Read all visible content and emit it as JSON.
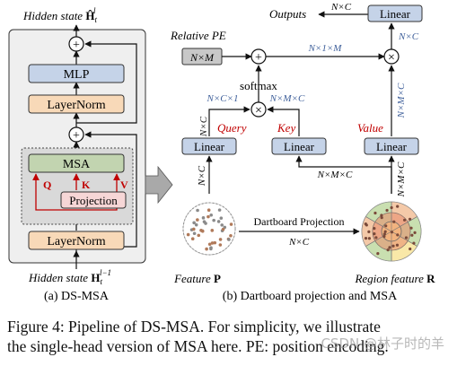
{
  "colors": {
    "panel_bg": "#efefef",
    "msa_bg": "#d9d9d9",
    "mlp_fill": "#c5d3e8",
    "ln_fill": "#f8d9b8",
    "msa_fill": "#c2d4b0",
    "proj_fill": "#f6d6d6",
    "linear_fill": "#c5d3e8",
    "qkv_red": "#c00000",
    "blue_dim": "#3e5f9a",
    "arrow_fill": "#a9a9a9"
  },
  "left": {
    "top_label_prefix": "Hidden state ",
    "top_label_var": "Ĥ",
    "top_label_sub": "t",
    "top_label_sup": "l",
    "blocks": {
      "mlp": "MLP",
      "layernorm_top": "LayerNorm",
      "msa": "MSA",
      "projection": "Projection",
      "layernorm_bottom": "LayerNorm"
    },
    "qkv": {
      "q": "Q",
      "k": "K",
      "v": "V"
    },
    "bottom_label_prefix": "Hidden state ",
    "bottom_label_var": "H",
    "bottom_label_sub": "t",
    "bottom_label_sup": "l−1",
    "plus_sign": "+",
    "caption": "(a) DS-MSA"
  },
  "right": {
    "outputs_label": "Outputs",
    "outputs_dim": "N×C",
    "linear_label": "Linear",
    "top_linear_dim": "N×C",
    "relative_pe_label": "Relative PE",
    "pe_box": "N×M",
    "pe_dim": "N×1×M",
    "softmax_label": "softmax",
    "query_label": "Query",
    "key_label": "Key",
    "value_label": "Value",
    "q_dim": "N×C×1",
    "k_dim": "N×M×C",
    "v_dim": "N×M×C",
    "q_in_dim": "N×C",
    "feature_in_dim": "N×C",
    "kv_in_dim": "N×M×C",
    "value_in_dim": "N×M×C",
    "dartboard_label": "Dartboard Projection",
    "dartboard_dim": "N×C",
    "feature_label": "Feature ",
    "feature_var": "P",
    "region_label": "Region feature ",
    "region_var": "R",
    "plus_sign": "+",
    "times_sign": "×",
    "caption": "(b) Dartboard projection and MSA"
  },
  "caption": {
    "line1": "Figure 4: Pipeline of DS-MSA. For simplicity, we illustrate",
    "line2": "the single-head version of MSA here. PE: position encoding."
  },
  "watermark": "CSDN @林子时的羊"
}
